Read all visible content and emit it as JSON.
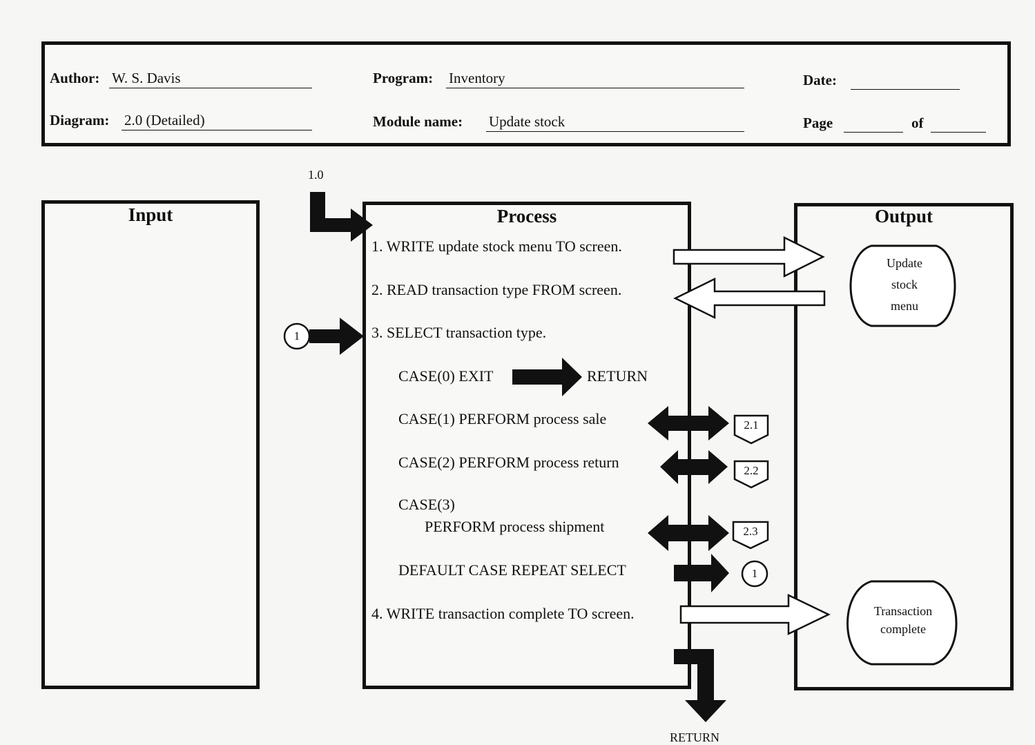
{
  "header": {
    "author_label": "Author:",
    "author_value": "W. S. Davis",
    "diagram_label": "Diagram:",
    "diagram_value": "2.0 (Detailed)",
    "program_label": "Program:",
    "program_value": "Inventory",
    "module_label": "Module name:",
    "module_value": "Update stock",
    "date_label": "Date:",
    "date_value": "",
    "page_label": "Page",
    "page_value": "",
    "of_label": "of",
    "of_value": ""
  },
  "input": {
    "title": "Input"
  },
  "process": {
    "title": "Process",
    "entry_ref": "1.0",
    "steps": [
      "1. WRITE update stock menu TO screen.",
      "2.  READ transaction type FROM screen.",
      "3. SELECT transaction type.",
      "CASE(0) EXIT",
      "CASE(1) PERFORM process sale",
      "CASE(2) PERFORM process return",
      "CASE(3)",
      "PERFORM process shipment",
      "DEFAULT CASE REPEAT SELECT",
      "4. WRITE transaction complete TO screen."
    ],
    "case0_target": "RETURN",
    "exit_label": "RETURN",
    "connectors": {
      "select_loop": "1",
      "default_loop": "1",
      "sale": "2.1",
      "return": "2.2",
      "shipment": "2.3"
    }
  },
  "output": {
    "title": "Output",
    "menu_terminal": "Update stock menu",
    "menu_lines": [
      "Update",
      "stock",
      "menu"
    ],
    "complete_terminal": "Transaction complete",
    "complete_lines": [
      "Transaction",
      "complete"
    ]
  }
}
